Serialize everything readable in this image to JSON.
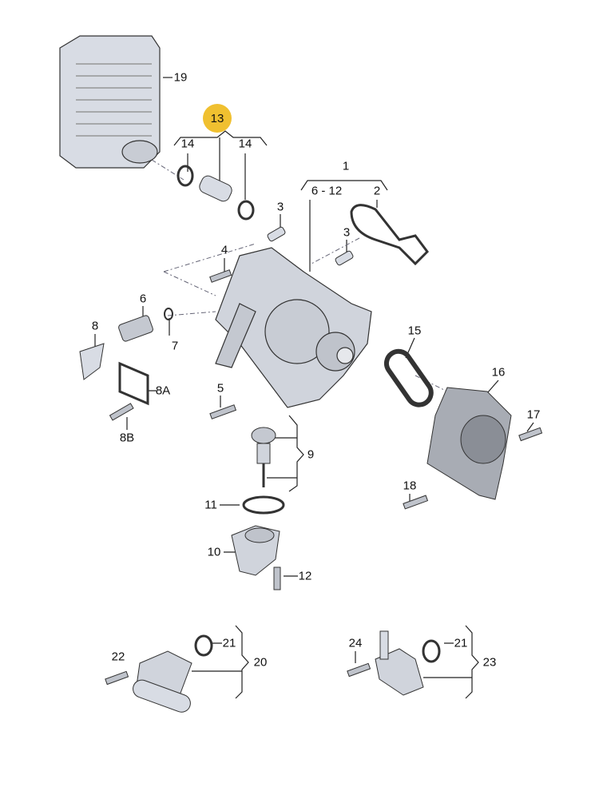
{
  "highlight_color": "#f0c030",
  "highlighted_part": "13",
  "labels": {
    "p19": "19",
    "p14a": "14",
    "p14b": "14",
    "p1": "1",
    "p6_12": "6 - 12",
    "p2": "2",
    "p3a": "3",
    "p3b": "3",
    "p4": "4",
    "p6": "6",
    "p7": "7",
    "p8": "8",
    "p8A": "8A",
    "p8B": "8B",
    "p5": "5",
    "p15": "15",
    "p16": "16",
    "p17": "17",
    "p9": "9",
    "p18": "18",
    "p11": "11",
    "p10": "10",
    "p12": "12",
    "p22": "22",
    "p21a": "21",
    "p20": "20",
    "p24": "24",
    "p21b": "21",
    "p23": "23"
  }
}
